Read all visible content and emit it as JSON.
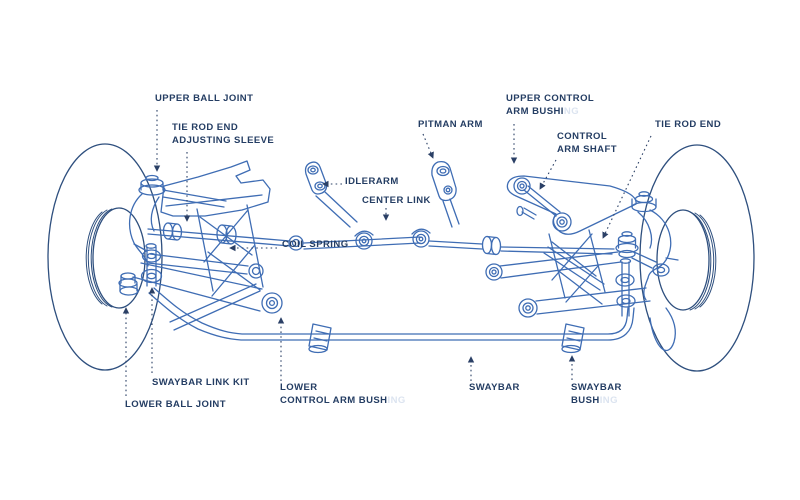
{
  "diagram": {
    "type": "front-suspension-exploded-line-drawing",
    "colors": {
      "background": "#ffffff",
      "part_lines": "#3f6db4",
      "tire_lines": "#2e4f7e",
      "label_text": "#243d63",
      "leader_lines": "#2b4066"
    },
    "labels": {
      "upper_ball_joint": {
        "line1": "UPPER BALL JOINT"
      },
      "tie_rod_end_adjusting_sleeve": {
        "line1": "TIE ROD END",
        "line2": "ADJUSTING SLEEVE"
      },
      "pitman_arm": {
        "line1": "PITMAN ARM"
      },
      "idlerarm": {
        "line1": "IDLERARM"
      },
      "center_link": {
        "line1": "CENTER LINK"
      },
      "coil_spring": {
        "line1": "COIL SPRING"
      },
      "upper_control_arm_bushing": {
        "line1": "UPPER CONTROL",
        "line2": "ARM BUSHI",
        "faded": "NG"
      },
      "control_arm_shaft": {
        "line1": "CONTROL",
        "line2": "ARM SHAFT"
      },
      "tie_rod_end_right": {
        "line1": "TIE ROD END"
      },
      "swaybar_link_kit": {
        "line1": "SWAYBAR LINK KIT"
      },
      "lower_ball_joint": {
        "line1": "LOWER BALL JOINT"
      },
      "lower_control_arm_bushing": {
        "line1": "LOWER",
        "line2": "CONTROL ARM BUSH",
        "faded": "ING"
      },
      "swaybar": {
        "line1": "SWAYBAR"
      },
      "swaybar_bushing": {
        "line1": "SWAYBAR",
        "line2": "BUSH",
        "faded": "ING"
      }
    }
  }
}
